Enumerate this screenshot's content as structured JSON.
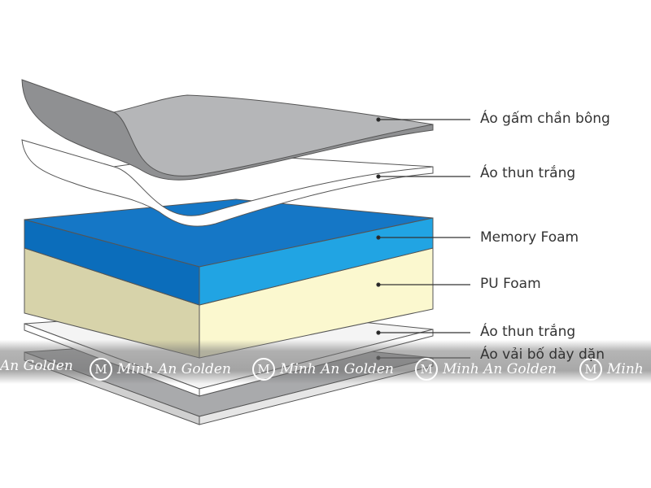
{
  "layers": [
    {
      "label": "Áo gấm chần bông",
      "color": "#b5b6b8"
    },
    {
      "label": "Áo thun trắng",
      "color": "#ffffff"
    },
    {
      "label": "Memory Foam",
      "color": "#1e9fe0"
    },
    {
      "label": "PU Foam",
      "color": "#fbf8cf"
    },
    {
      "label": "Áo thun trắng",
      "color": "#ffffff"
    },
    {
      "label": "Áo vải bố dày dặn",
      "color": "#b9babc"
    }
  ],
  "watermark": {
    "text": "Minh An Golden",
    "logo_letter": "M",
    "partial_left": "An Golden",
    "partial_right": "Minh"
  }
}
